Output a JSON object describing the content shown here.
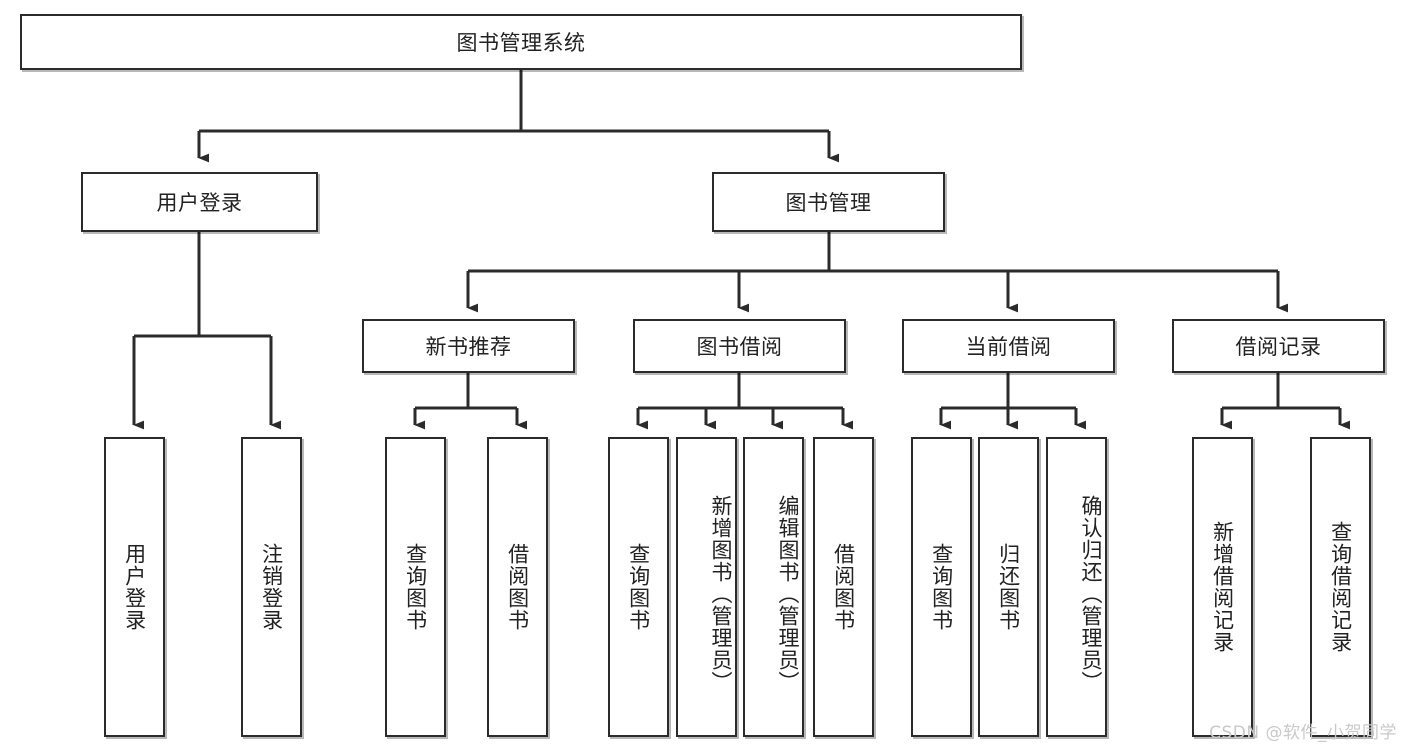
{
  "diagram": {
    "title": "图书管理系统",
    "watermark": "CSDN @软件_小贺同学",
    "colors": {
      "stroke": "#2b2b2b",
      "fill": "#ffffff",
      "text": "#222222",
      "watermark": "#c9c9c9"
    },
    "nodes": {
      "root": {
        "label": "图书管理系统"
      },
      "level2": [
        {
          "id": "user-login",
          "label": "用户登录"
        },
        {
          "id": "book-management",
          "label": "图书管理"
        }
      ],
      "level3": [
        {
          "id": "new-book-recommend",
          "label": "新书推荐"
        },
        {
          "id": "book-borrow",
          "label": "图书借阅"
        },
        {
          "id": "current-borrow",
          "label": "当前借阅"
        },
        {
          "id": "borrow-record",
          "label": "借阅记录"
        }
      ],
      "leaves": {
        "user-login": [
          {
            "id": "leaf-user-login",
            "label": "用户登录"
          },
          {
            "id": "leaf-logout-login",
            "label": "注销登录"
          }
        ],
        "new-book-recommend": [
          {
            "id": "leaf-query-book-1",
            "label": "查询图书"
          },
          {
            "id": "leaf-borrow-book-1",
            "label": "借阅图书"
          }
        ],
        "book-borrow": [
          {
            "id": "leaf-query-book-2",
            "label": "查询图书"
          },
          {
            "id": "leaf-add-book-admin",
            "label": "新增图书（管理员）"
          },
          {
            "id": "leaf-edit-book-admin",
            "label": "编辑图书（管理员）"
          },
          {
            "id": "leaf-borrow-book-2",
            "label": "借阅图书"
          }
        ],
        "current-borrow": [
          {
            "id": "leaf-query-book-3",
            "label": "查询图书"
          },
          {
            "id": "leaf-return-book",
            "label": "归还图书"
          },
          {
            "id": "leaf-confirm-return-admin",
            "label": "确认归还（管理员）"
          }
        ],
        "borrow-record": [
          {
            "id": "leaf-add-borrow-record",
            "label": "新增借阅记录"
          },
          {
            "id": "leaf-query-borrow-record",
            "label": "查询借阅记录"
          }
        ]
      }
    }
  }
}
